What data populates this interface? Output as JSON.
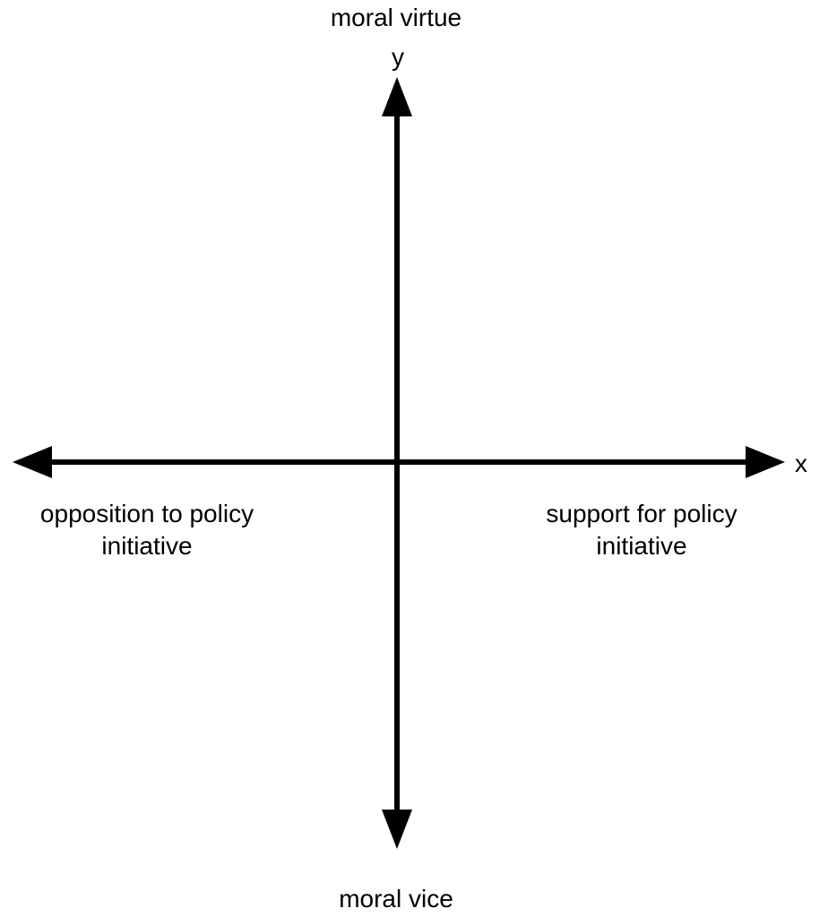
{
  "axes": {
    "x_label": "x",
    "y_label": "y"
  },
  "poles": {
    "top": "moral virtue",
    "bottom": "moral vice",
    "left_line1": "opposition to policy",
    "left_line2": "initiative",
    "right_line1": "support for policy",
    "right_line2": "initiative"
  },
  "colors": {
    "axis": "#000000",
    "background": "#ffffff"
  }
}
